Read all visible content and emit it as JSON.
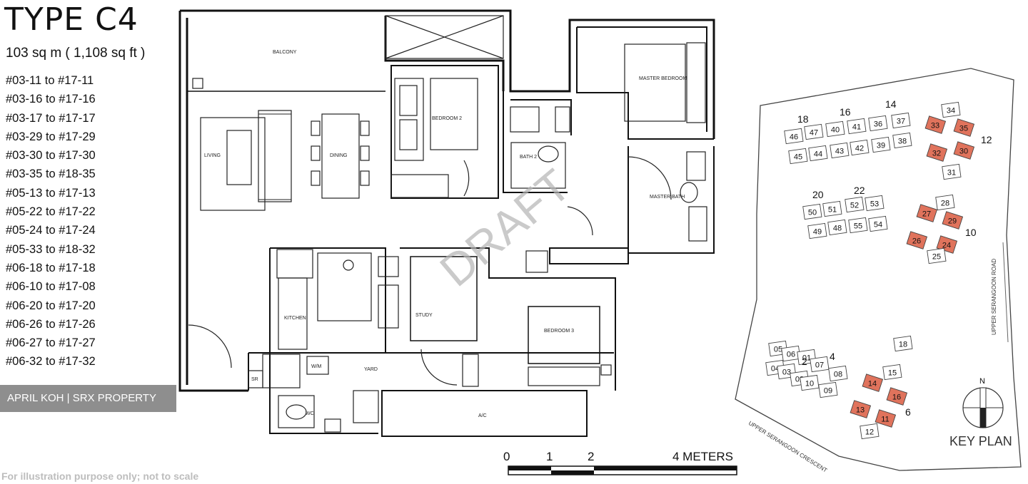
{
  "header": {
    "title": "TYPE C4",
    "area": "103 sq m ( 1,108 sq ft )"
  },
  "units": [
    "#03-11 to #17-11",
    "#03-16 to #17-16",
    "#03-17 to #17-17",
    "#03-29 to #17-29",
    "#03-30 to #17-30",
    "#03-35 to #18-35",
    "#05-13 to #17-13",
    "#05-22 to #17-22",
    "#05-24 to #17-24",
    "#05-33 to #18-32",
    "#06-18 to #17-18",
    "#06-10 to #17-08",
    "#06-20 to #17-20",
    "#06-26 to #17-26",
    "#06-27 to #17-27",
    "#06-32 to #17-32"
  ],
  "watermark": "APRIL KOH | SRX PROPERTY",
  "note": "For illustration purpose only; not to scale",
  "rooms": {
    "balcony": "BALCONY",
    "living": "LIVING",
    "dining": "DINING",
    "bedroom2": "BEDROOM 2",
    "bath2": "BATH 2",
    "master_bedroom": "MASTER BEDROOM",
    "master_bath": "MASTER BATH",
    "bedroom3": "BEDROOM 3",
    "study": "STUDY",
    "kitchen": "KITCHEN",
    "wm": "W/M",
    "yard": "YARD",
    "sr": "SR",
    "wc": "WC",
    "ac": "A/C",
    "draft": "DRAFT"
  },
  "scale": {
    "labels": [
      "0",
      "1",
      "2",
      "4 METERS"
    ]
  },
  "key_plan": {
    "title": "KEY PLAN",
    "north": "N",
    "block_labels": [
      "18",
      "16",
      "14",
      "12",
      "20",
      "22",
      "10",
      "2",
      "4",
      "6"
    ],
    "road_1": "UPPER SERANGOON ROAD",
    "road_2": "UPPER SERANGOON CRESCENT",
    "highlight_color": "#e0735c",
    "units": [
      {
        "n": "46",
        "h": false
      },
      {
        "n": "47",
        "h": false
      },
      {
        "n": "40",
        "h": false
      },
      {
        "n": "41",
        "h": false
      },
      {
        "n": "36",
        "h": false
      },
      {
        "n": "37",
        "h": false
      },
      {
        "n": "45",
        "h": false
      },
      {
        "n": "44",
        "h": false
      },
      {
        "n": "43",
        "h": false
      },
      {
        "n": "42",
        "h": false
      },
      {
        "n": "39",
        "h": false
      },
      {
        "n": "38",
        "h": false
      },
      {
        "n": "34",
        "h": false
      },
      {
        "n": "33",
        "h": true
      },
      {
        "n": "35",
        "h": true
      },
      {
        "n": "32",
        "h": true
      },
      {
        "n": "30",
        "h": true
      },
      {
        "n": "31",
        "h": false
      },
      {
        "n": "50",
        "h": false
      },
      {
        "n": "51",
        "h": false
      },
      {
        "n": "52",
        "h": false
      },
      {
        "n": "53",
        "h": false
      },
      {
        "n": "49",
        "h": false
      },
      {
        "n": "48",
        "h": false
      },
      {
        "n": "55",
        "h": false
      },
      {
        "n": "54",
        "h": false
      },
      {
        "n": "28",
        "h": false
      },
      {
        "n": "27",
        "h": true
      },
      {
        "n": "29",
        "h": true
      },
      {
        "n": "26",
        "h": true
      },
      {
        "n": "24",
        "h": true
      },
      {
        "n": "25",
        "h": false
      },
      {
        "n": "05",
        "h": false
      },
      {
        "n": "06",
        "h": false
      },
      {
        "n": "01",
        "h": false
      },
      {
        "n": "07",
        "h": false
      },
      {
        "n": "04",
        "h": false
      },
      {
        "n": "03",
        "h": false
      },
      {
        "n": "02",
        "h": false
      },
      {
        "n": "10",
        "h": false
      },
      {
        "n": "08",
        "h": false
      },
      {
        "n": "09",
        "h": false
      },
      {
        "n": "15",
        "h": false
      },
      {
        "n": "14",
        "h": true
      },
      {
        "n": "16",
        "h": true
      },
      {
        "n": "13",
        "h": true
      },
      {
        "n": "11",
        "h": true
      },
      {
        "n": "12",
        "h": false
      },
      {
        "n": "18",
        "h": false
      }
    ]
  }
}
